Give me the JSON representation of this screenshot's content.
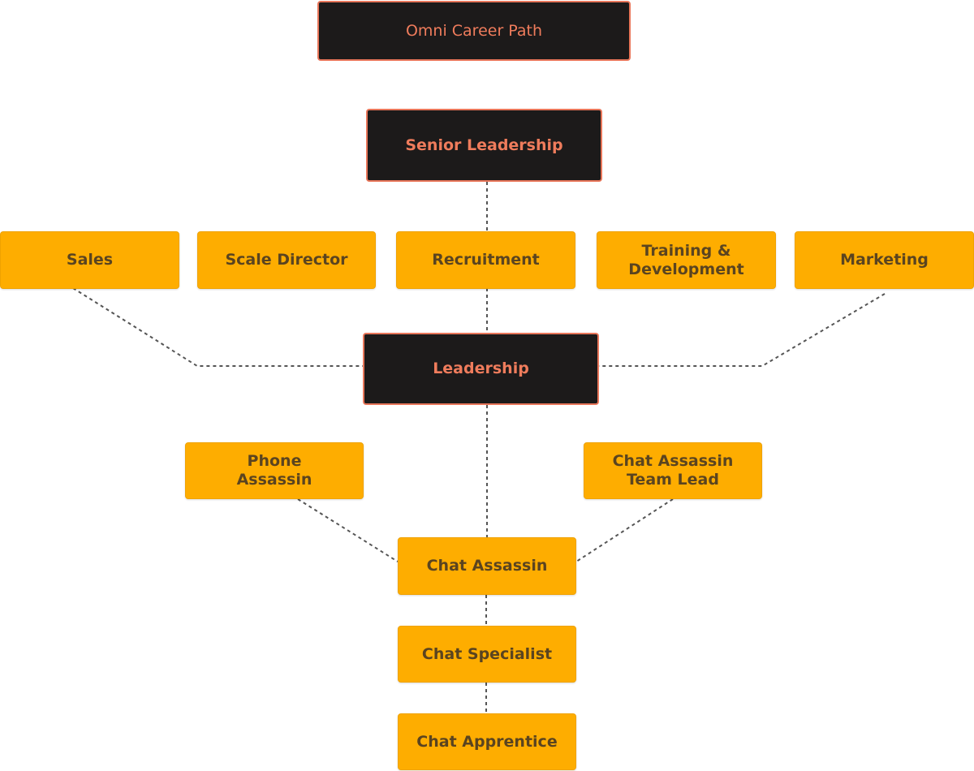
{
  "diagram": {
    "title": "Omni Career Path",
    "colors": {
      "dark_fill": "#1c1a1a",
      "dark_border": "#e8765a",
      "dark_text": "#ef7c5c",
      "amber_fill": "#fead00",
      "amber_text": "#5a4420",
      "connector": "#555555"
    },
    "nodes": {
      "title": "Omni Career Path",
      "senior_leadership": "Senior Leadership",
      "sales": "Sales",
      "scale_director": "Scale Director",
      "recruitment": "Recruitment",
      "training_development": "Training &\nDevelopment",
      "marketing": "Marketing",
      "leadership": "Leadership",
      "phone_assassin": "Phone\nAssassin",
      "chat_assassin_team_lead": "Chat Assassin\nTeam Lead",
      "chat_assassin": "Chat Assassin",
      "chat_specialist": "Chat Specialist",
      "chat_apprentice": "Chat Apprentice"
    },
    "edges": [
      {
        "from": "senior_leadership",
        "to": "recruitment"
      },
      {
        "from": "recruitment",
        "to": "leadership"
      },
      {
        "from": "sales",
        "to": "leadership"
      },
      {
        "from": "marketing",
        "to": "leadership"
      },
      {
        "from": "leadership",
        "to": "chat_assassin"
      },
      {
        "from": "phone_assassin",
        "to": "chat_assassin"
      },
      {
        "from": "chat_assassin_team_lead",
        "to": "chat_assassin"
      },
      {
        "from": "chat_assassin",
        "to": "chat_specialist"
      },
      {
        "from": "chat_specialist",
        "to": "chat_apprentice"
      }
    ]
  }
}
